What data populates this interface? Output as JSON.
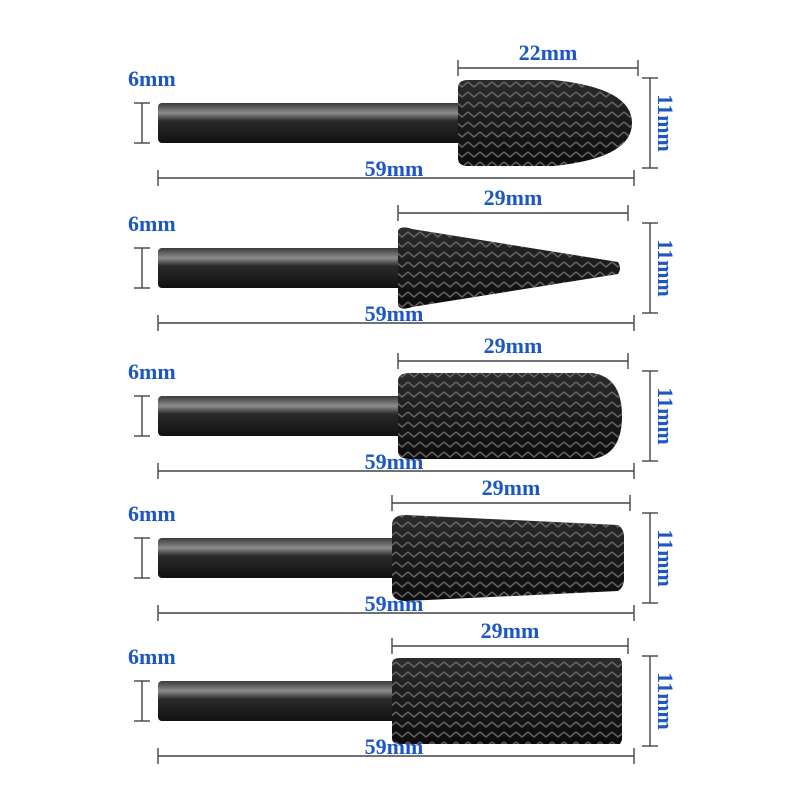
{
  "colors": {
    "label": "#1c57c2",
    "dimension_line": "#444444",
    "bit_body": "#1f1f1f",
    "bit_highlight": "#8a8a8a",
    "background": "#ffffff"
  },
  "bits": [
    {
      "head_shape": "bullet",
      "shank_diameter": "6mm",
      "head_length": "22mm",
      "head_diameter": "11mm",
      "total_length": "59mm"
    },
    {
      "head_shape": "cone",
      "shank_diameter": "6mm",
      "head_length": "29mm",
      "head_diameter": "11mm",
      "total_length": "59mm"
    },
    {
      "head_shape": "round-cylinder",
      "shank_diameter": "6mm",
      "head_length": "29mm",
      "head_diameter": "11mm",
      "total_length": "59mm"
    },
    {
      "head_shape": "tapered-cylinder",
      "shank_diameter": "6mm",
      "head_length": "29mm",
      "head_diameter": "11mm",
      "total_length": "59mm"
    },
    {
      "head_shape": "flat-cylinder",
      "shank_diameter": "6mm",
      "head_length": "29mm",
      "head_diameter": "11mm",
      "total_length": "59mm"
    }
  ]
}
